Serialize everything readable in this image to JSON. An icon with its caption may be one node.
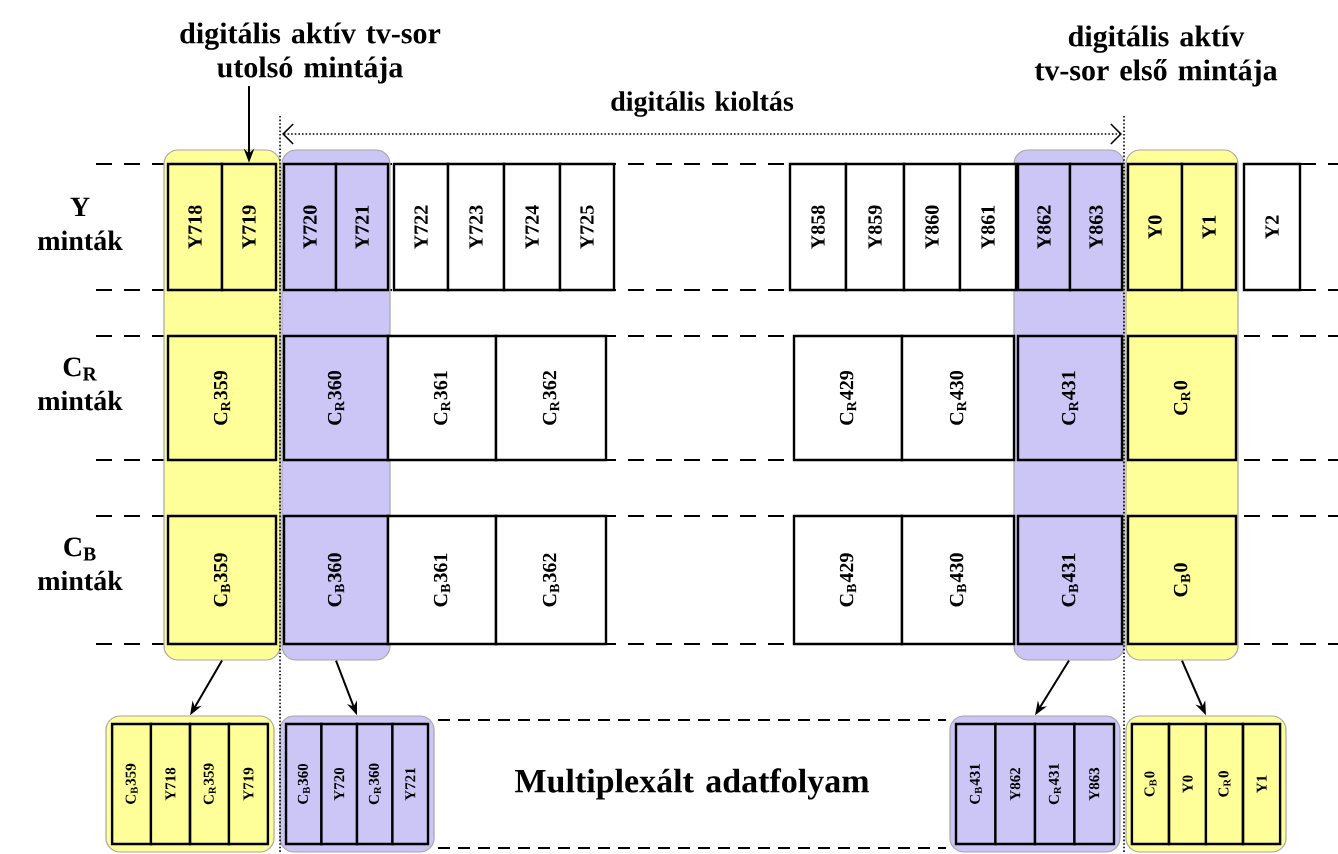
{
  "diagram": {
    "nodes": [
      {
        "text": [
          "digitális aktív tv-sor utolsó mintája"
        ]
      },
      {
        "text": [],
        "shape": "box"
      },
      {
        "text": [
          "Y718"
        ],
        "in": 1
      },
      {
        "text": [
          "Y719"
        ],
        "in": 1
      },
      {
        "text": [],
        "shape": "box"
      },
      {
        "text": [
          "Y720"
        ],
        "in": 4
      },
      {
        "text": [
          "Y721"
        ],
        "in": 4
      },
      {
        "text": [
          "Y722"
        ]
      },
      {
        "text": [
          "Y723"
        ]
      },
      {
        "text": [
          "Y724"
        ]
      },
      {
        "text": [
          "Y725"
        ]
      },
      {
        "text": [
          "Y858"
        ]
      },
      {
        "text": [
          "Y859"
        ]
      },
      {
        "text": [
          "Y860"
        ]
      },
      {
        "text": [
          "Y861"
        ]
      },
      {
        "text": [],
        "shape": "box"
      },
      {
        "text": [
          "Y862"
        ],
        "in": 15
      },
      {
        "text": [
          "Y863"
        ],
        "in": 15
      },
      {
        "text": [],
        "shape": "box"
      },
      {
        "text": [
          "Y0"
        ],
        "in": 18
      },
      {
        "text": [
          "Y1"
        ],
        "in": 18
      },
      {
        "text": [
          "Y2"
        ]
      },
      {
        "text": [
          "C$_{R}$359"
        ],
        "in": 1
      },
      {
        "text": [
          "C$_{R}$360"
        ],
        "in": 4
      },
      {
        "text": [
          "C$_{R}$361"
        ]
      },
      {
        "text": [
          "C$_{R}$362"
        ]
      },
      {
        "text": [
          "C$_{R}$429"
        ]
      },
      {
        "text": [
          "C$_{R}$430"
        ]
      },
      {
        "text": [
          "C$_{R}$431"
        ],
        "in": 15
      },
      {
        "text": [
          "C$_{R}$0"
        ],
        "in": 18
      },
      {
        "text": [
          "C$_{B}$359"
        ],
        "in": 1
      },
      {
        "text": [
          "C$_{B}$360"
        ],
        "in": 4
      },
      {
        "text": [
          "C$_{B}$361"
        ]
      },
      {
        "text": [
          "C$_{B}$362"
        ]
      },
      {
        "text": [
          "C$_{B}$429"
        ]
      },
      {
        "text": [
          "C$_{B}$430"
        ]
      },
      {
        "text": [
          "C$_{B}$431"
        ],
        "in": 15
      },
      {
        "text": [
          "C$_{B}$0"
        ],
        "in": 18
      },
      {
        "text": [],
        "shape": "box"
      },
      {
        "text": [
          "C$_{B}$359"
        ],
        "in": 38
      },
      {
        "text": [
          "Y718"
        ],
        "in": 38
      },
      {
        "text": [
          "C$_{R}$359"
        ],
        "in": 38
      },
      {
        "text": [
          "Y719"
        ],
        "in": 38
      },
      {
        "text": [],
        "shape": "box"
      },
      {
        "text": [
          "C$_{B}$360"
        ],
        "in": 43
      },
      {
        "text": [
          "Y720"
        ],
        "in": 43
      },
      {
        "text": [
          "C$_{R}$360"
        ],
        "in": 43
      },
      {
        "text": [
          "Y721"
        ],
        "in": 43
      },
      {
        "text": [],
        "shape": "box"
      },
      {
        "text": [
          "C$_{B}$431"
        ],
        "in": 48
      },
      {
        "text": [
          "Y862"
        ],
        "in": 48
      },
      {
        "text": [
          "C$_{R}$431"
        ],
        "in": 48
      },
      {
        "text": [
          "Y863"
        ],
        "in": 48
      },
      {
        "text": [],
        "shape": "box"
      },
      {
        "text": [
          "C$_{B}$0"
        ],
        "in": 53
      },
      {
        "text": [
          "Y0"
        ],
        "in": 53
      },
      {
        "text": [
          "C$_{R}$0"
        ],
        "in": 53
      },
      {
        "text": [
          "Y1"
        ],
        "in": 53
      }
    ],
    "edges": [
      {
        "from": 0,
        "to": 3,
        "arrow": "to"
      },
      {
        "from": 1,
        "to": 38,
        "arrow": "to"
      },
      {
        "from": 4,
        "to": 43,
        "arrow": "to"
      },
      {
        "from": 15,
        "to": 48,
        "arrow": "to"
      },
      {
        "from": 18,
        "to": 53,
        "arrow": "to"
      }
    ],
    "labels": [
      "digitális aktív tv-sor első mintája",
      "digitális kioltás",
      "Y minták",
      "C$_{R}$ minták",
      "C$_{B}$ minták",
      "Multiplexált adatfolyam"
    ]
  }
}
